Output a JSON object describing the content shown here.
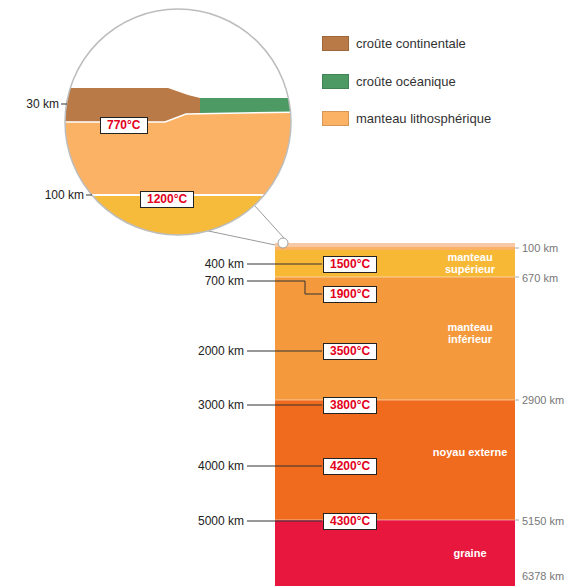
{
  "diagram": {
    "nodes": [
      {
        "text": [
          "770°C"
        ]
      },
      {
        "text": [
          "1200°C"
        ]
      },
      {
        "text": [
          "manteau supérieur"
        ]
      },
      {
        "text": [
          "1500°C"
        ],
        "in": 2
      },
      {
        "text": [
          "manteau inférieur"
        ]
      },
      {
        "text": [
          "1900°C"
        ],
        "in": 4
      },
      {
        "text": [
          "3500°C"
        ],
        "in": 4
      },
      {
        "text": [
          "noyau externe"
        ]
      },
      {
        "text": [
          "3800°C"
        ],
        "in": 7
      },
      {
        "text": [
          "4200°C"
        ],
        "in": 7
      },
      {
        "text": [
          "graine"
        ]
      },
      {
        "text": [
          "4300°C"
        ],
        "in": 10
      }
    ],
    "labels": [
      "30 km",
      "100 km",
      "400 km",
      "700 km",
      "2000 km",
      "3000 km",
      "4000 km",
      "5000 km",
      "100 km",
      "670 km",
      "2900 km",
      "5150 km",
      "6378 km"
    ],
    "legend": [
      {
        "text": "croûte continentale",
        "color": "#b97a47"
      },
      {
        "text": "croûte océanique",
        "color": "#4e9a64"
      },
      {
        "text": "manteau lithosphérique",
        "color": "#fbb265"
      }
    ]
  }
}
